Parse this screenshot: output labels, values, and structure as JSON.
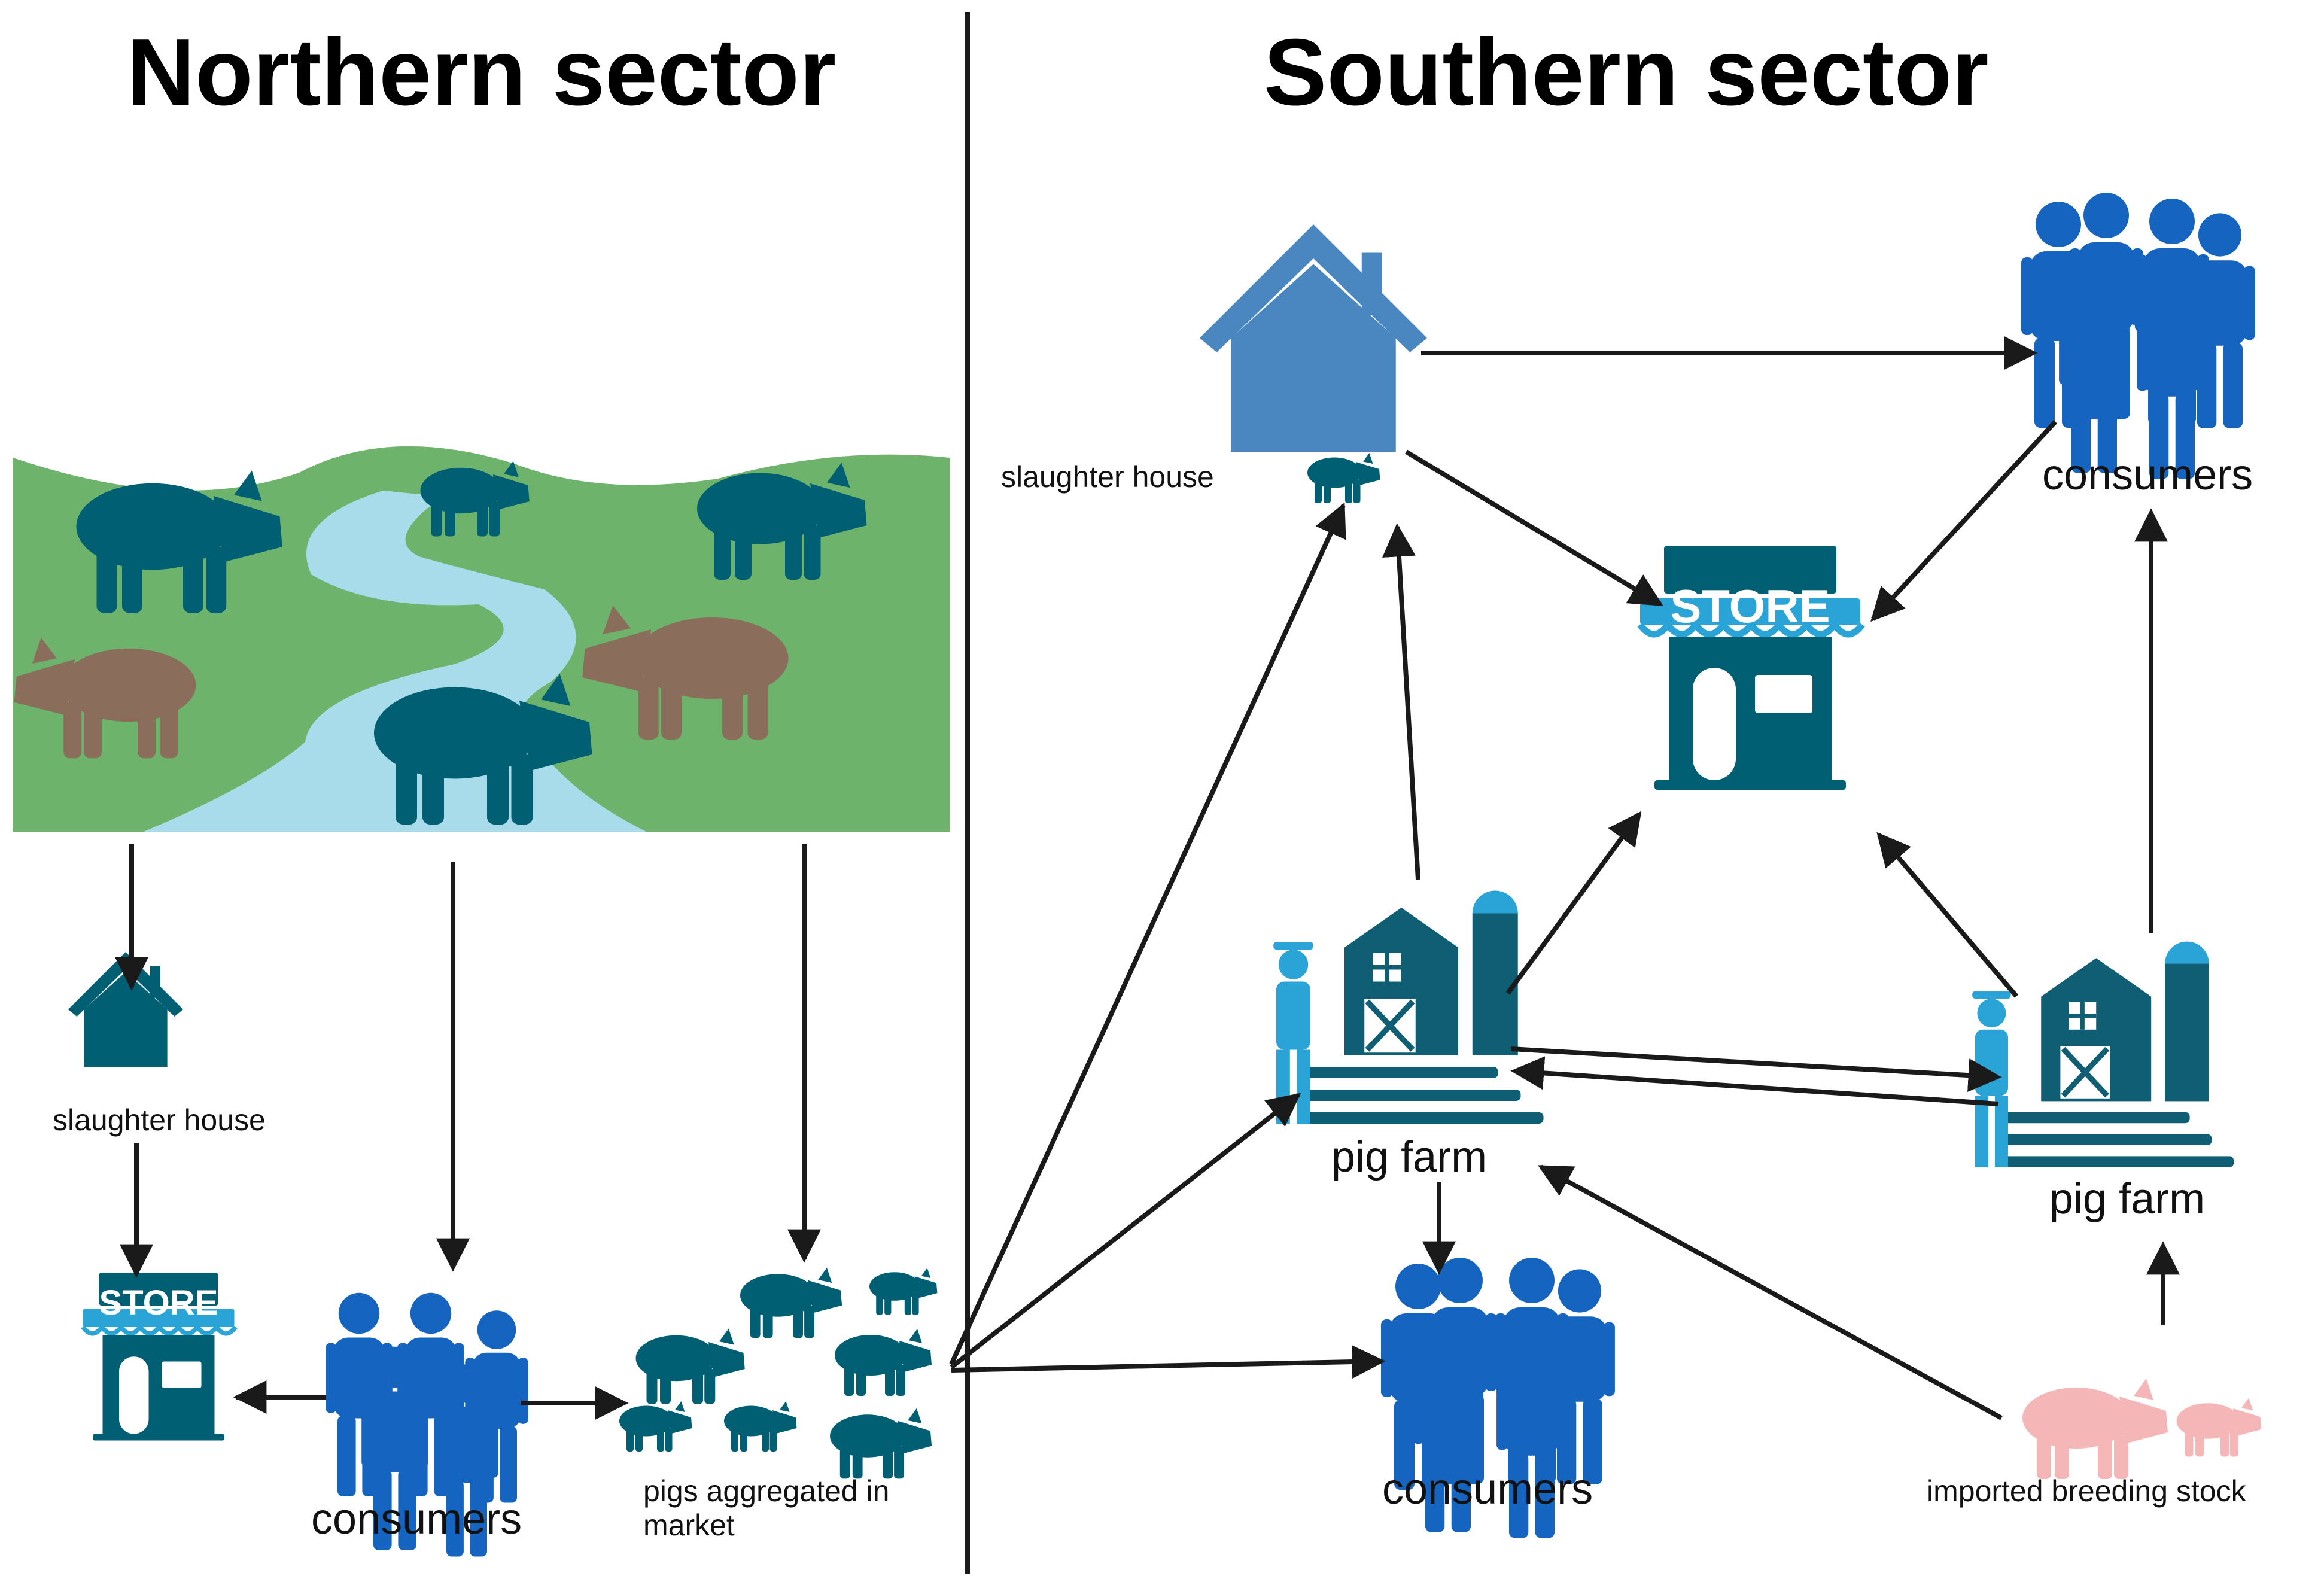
{
  "sectors": {
    "northern": {
      "title": "Northern sector",
      "nodes": {
        "slaughter_house": "slaughter house",
        "consumers": "consumers",
        "market_line1": "pigs aggregated in",
        "market_line2": "market"
      }
    },
    "southern": {
      "title": "Southern sector",
      "nodes": {
        "slaughter_house": "slaughter house",
        "consumers_top": "consumers",
        "pig_farm_left": "pig farm",
        "pig_farm_right": "pig farm",
        "consumers_bottom": "consumers",
        "imported_stock": "imported breeding stock"
      }
    }
  },
  "store_sign": "STORE",
  "colors": {
    "teal": "#005f73",
    "blue_house": "#4a86bf",
    "people_blue": "#1565c0",
    "farm_teal": "#0f5e73",
    "grass": "#6db36b",
    "river": "#a9dcea",
    "wild_boar": "#8a6e5b",
    "imported_pig": "#f4b6b6"
  }
}
